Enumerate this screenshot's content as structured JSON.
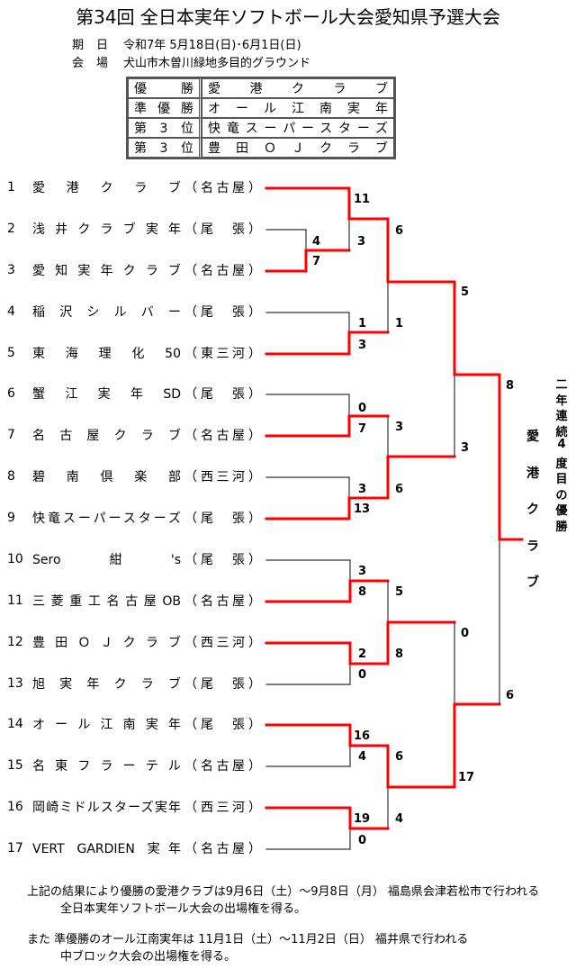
{
  "title": "第34回 全日本実年ソフトボール大会愛知県予選大会",
  "info": [
    {
      "label": "期日",
      "value": "令和7年 5月18日(日)･6月1日(日)"
    },
    {
      "label": "会場",
      "value": "犬山市木曽川緑地多目的グラウンド"
    }
  ],
  "results": [
    {
      "place": "優勝",
      "team": "愛港クラブ"
    },
    {
      "place": "準優勝",
      "team": "オール江南実年"
    },
    {
      "place": "第3位",
      "team": "快竜スーパースターズ"
    },
    {
      "place": "第3位",
      "team": "豊田ＯＪクラブ"
    }
  ],
  "teams": [
    {
      "seed": "1",
      "name": "愛港クラブ",
      "region": "名古屋"
    },
    {
      "seed": "2",
      "name": "浅井クラブ実年",
      "region": "尾張"
    },
    {
      "seed": "3",
      "name": "愛知実年クラブ",
      "region": "名古屋"
    },
    {
      "seed": "4",
      "name": "稲沢シルバー",
      "region": "尾張"
    },
    {
      "seed": "5",
      "name": "東海理化50",
      "region": "東三河"
    },
    {
      "seed": "6",
      "name": "蟹江実年SD",
      "region": "尾張"
    },
    {
      "seed": "7",
      "name": "名古屋クラブ",
      "region": "名古屋"
    },
    {
      "seed": "8",
      "name": "碧南倶楽部",
      "region": "西三河"
    },
    {
      "seed": "9",
      "name": "快竜スーパースターズ",
      "region": "尾張"
    },
    {
      "seed": "10",
      "name": "Sero紺's",
      "region": "尾張"
    },
    {
      "seed": "11",
      "name": "三菱重工名古屋OB",
      "region": "名古屋"
    },
    {
      "seed": "12",
      "name": "豊田ＯＪクラブ",
      "region": "西三河"
    },
    {
      "seed": "13",
      "name": "旭実年クラブ",
      "region": "尾張"
    },
    {
      "seed": "14",
      "name": "オール江南実年",
      "region": "尾張"
    },
    {
      "seed": "15",
      "name": "名東フラーテル",
      "region": "名古屋"
    },
    {
      "seed": "16",
      "name": "岡崎ミドルスターズ実年",
      "region": "西三河"
    },
    {
      "seed": "17",
      "name": "VERT GARDIEN 実年",
      "region": "名古屋"
    }
  ],
  "scores": [
    "11",
    "3",
    "4",
    "7",
    "6",
    "5",
    "1",
    "3",
    "1",
    "8",
    "0",
    "7",
    "3",
    "3",
    "3",
    "13",
    "6",
    "3",
    "8",
    "5",
    "0",
    "2",
    "0",
    "8",
    "6",
    "16",
    "4",
    "6",
    "17",
    "19",
    "0",
    "4"
  ],
  "champion": [
    "愛",
    "港",
    "ク",
    "ラ",
    "ブ"
  ],
  "champion_note": [
    "二",
    "年",
    "連",
    "続",
    "4",
    "度",
    "目",
    "の",
    "優",
    "勝"
  ],
  "footer": [
    "上記の結果により優勝の愛港クラブは9月6日（土）～9月8日（月） 福島県会津若松市で行われる",
    "全日本実年ソフトボール大会の出場権を得る。",
    "また 準優勝のオール江南実年は 11月1日（土）～11月2日（日） 福井県で行われる",
    "中ブロック大会の出場権を得る。"
  ],
  "colors": {
    "winner": "#ff0000",
    "line": "#333333"
  }
}
